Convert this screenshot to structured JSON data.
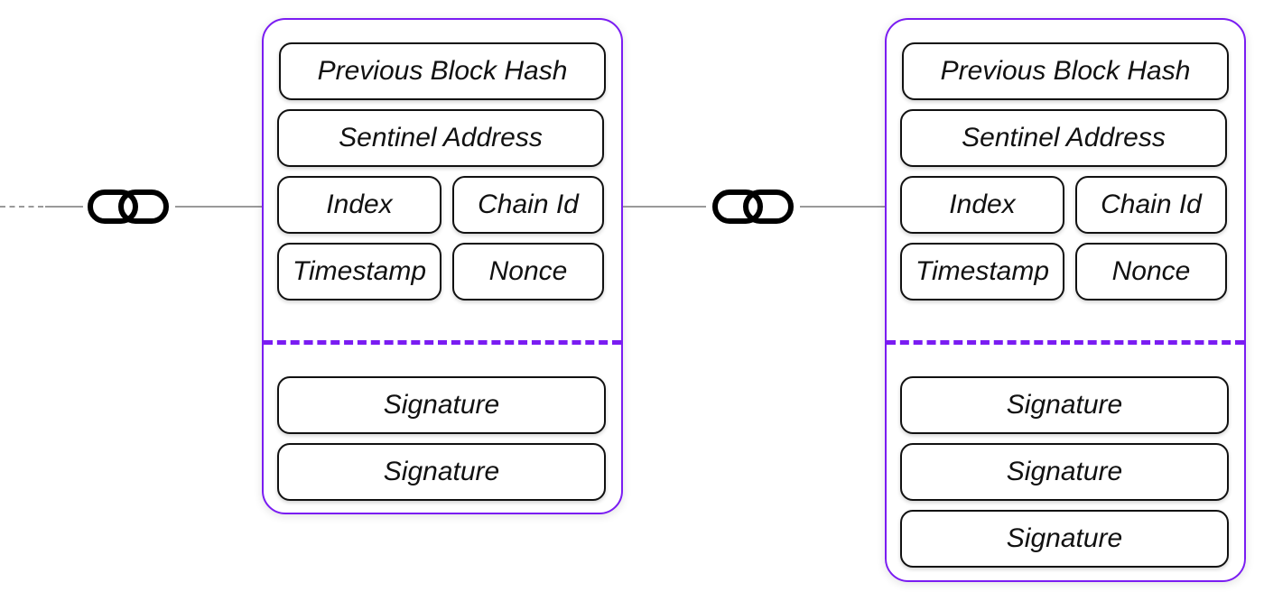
{
  "colors": {
    "block_border": "#7a1cf2",
    "field_border": "#111111",
    "connector": "#9a9a9a"
  },
  "icons": [
    "chain-link-icon",
    "chain-link-icon"
  ],
  "blocks": [
    {
      "header_fields": {
        "previous_block_hash": "Previous Block Hash",
        "sentinel_address": "Sentinel Address",
        "index": "Index",
        "chain_id": "Chain Id",
        "timestamp": "Timestamp",
        "nonce": "Nonce"
      },
      "signatures": [
        "Signature",
        "Signature"
      ]
    },
    {
      "header_fields": {
        "previous_block_hash": "Previous Block Hash",
        "sentinel_address": "Sentinel Address",
        "index": "Index",
        "chain_id": "Chain Id",
        "timestamp": "Timestamp",
        "nonce": "Nonce"
      },
      "signatures": [
        "Signature",
        "Signature",
        "Signature"
      ]
    }
  ]
}
